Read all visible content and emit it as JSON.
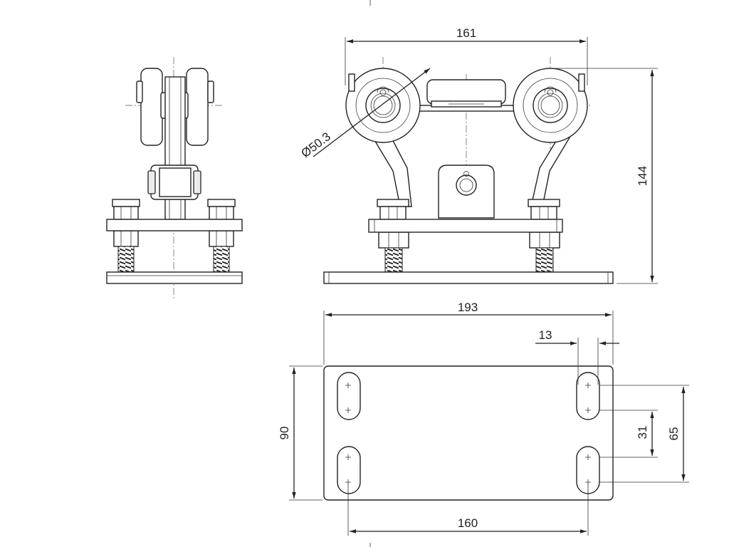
{
  "dimensions": {
    "top_width": "161",
    "wheel_diameter": "Ø50.3",
    "height": "144",
    "plate_length": "193",
    "slot_width": "13",
    "plate_width": "90",
    "slot_travel": "31",
    "hole_spacing_vertical": "65",
    "hole_spacing_horizontal": "160"
  },
  "colors": {
    "line": "#222222",
    "background": "#ffffff",
    "shade": "#ececec"
  }
}
